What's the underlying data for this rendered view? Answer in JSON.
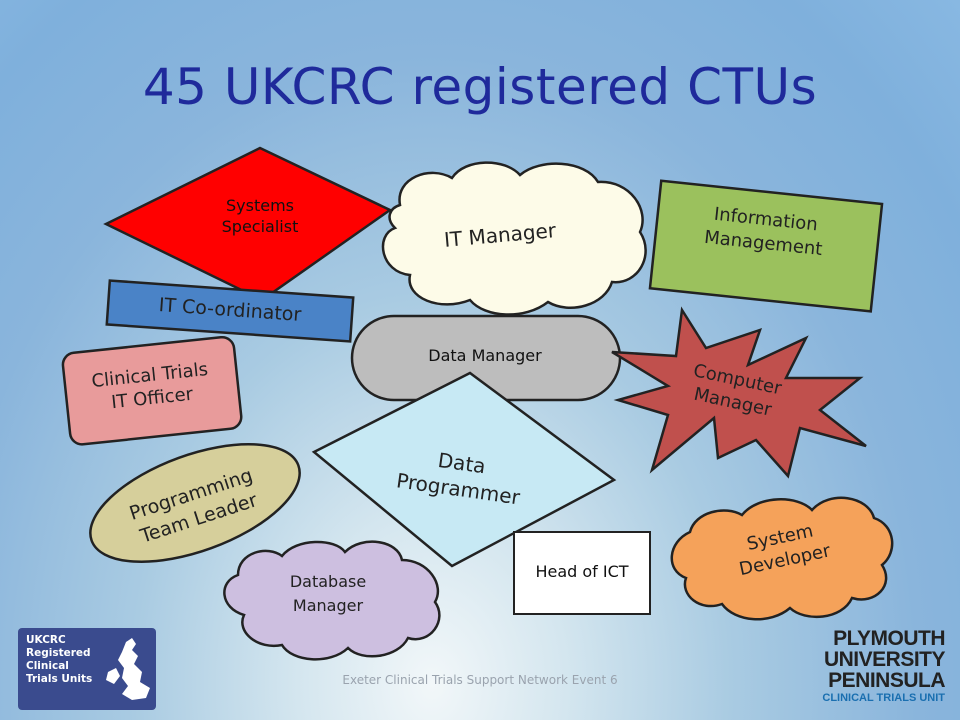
{
  "slide": {
    "title": "45 UKCRC registered CTUs",
    "footer": "Exeter Clinical Trials Support Network Event 6"
  },
  "roles": {
    "systems_specialist": "Systems\nSpecialist",
    "it_manager": "IT Manager",
    "information_management": "Information\nManagement",
    "it_coordinator": "IT Co-ordinator",
    "data_manager": "Data Manager",
    "clinical_trials_it_officer": "Clinical Trials\nIT Officer",
    "computer_manager": "Computer\nManager",
    "data_programmer": "Data\nProgrammer",
    "programming_team_leader": "Programming\nTeam Leader",
    "system_developer": "System\nDeveloper",
    "database_manager": "Database\nManager",
    "head_of_ict": "Head of ICT"
  },
  "logos": {
    "left": "UKCRC\nRegistered\nClinical\nTrials Units",
    "right_line1": "PLYMOUTH",
    "right_line2": "UNIVERSITY",
    "right_line3": "PENINSULA",
    "right_line4": "CLINICAL TRIALS UNIT"
  },
  "colors": {
    "title": "#1f2a9b",
    "systems_specialist": "#ff0000",
    "it_manager": "#fdfbe8",
    "information_management": "#9bc15d",
    "it_coordinator": "#4a83c7",
    "data_manager": "#bdbdbd",
    "clinical_trials_it_officer": "#e89b9b",
    "computer_manager": "#c0504d",
    "data_programmer": "#c7e9f4",
    "programming_team_leader": "#d6cf9b",
    "system_developer": "#f5a25a",
    "database_manager": "#cdbfe0",
    "head_of_ict": "#ffffff"
  }
}
